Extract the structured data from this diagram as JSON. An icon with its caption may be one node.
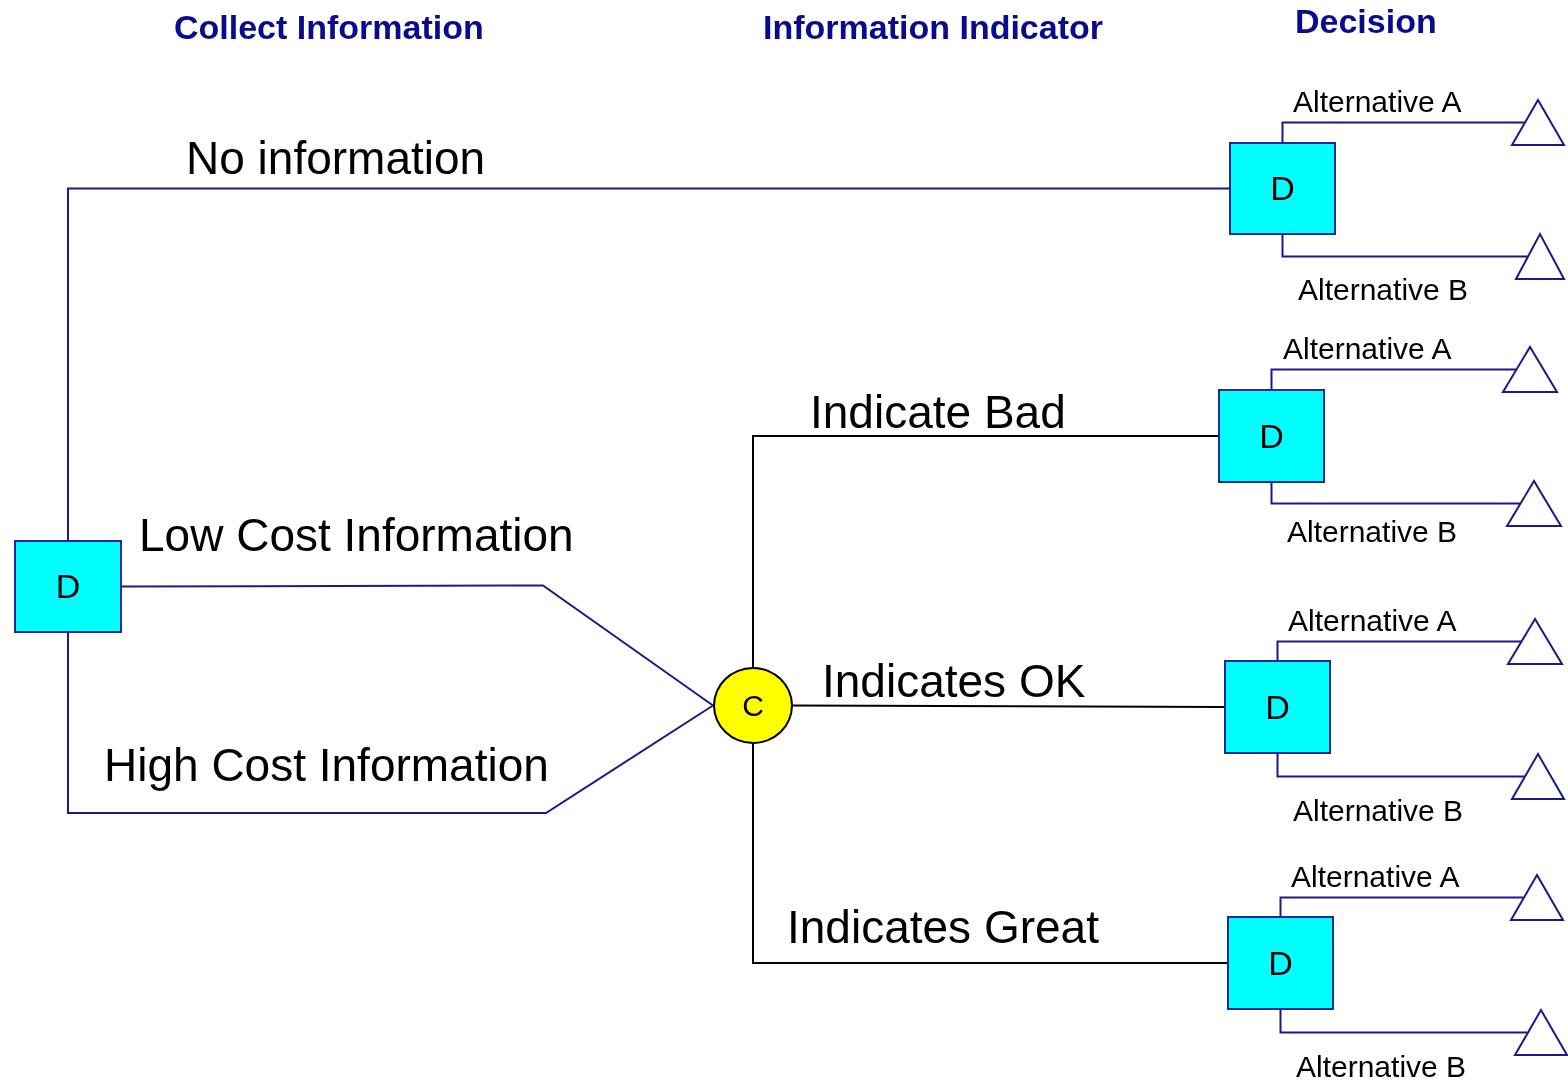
{
  "diagram": {
    "nodes": [
      {
        "text": [
          "D"
        ]
      },
      {
        "text": [
          "C"
        ]
      },
      {
        "text": [
          "D"
        ]
      },
      {
        "text": [],
        "shape": "triangle"
      },
      {
        "text": [],
        "shape": "triangle"
      },
      {
        "text": [
          "D"
        ]
      },
      {
        "text": [],
        "shape": "triangle"
      },
      {
        "text": [],
        "shape": "triangle"
      },
      {
        "text": [
          "D"
        ]
      },
      {
        "text": [],
        "shape": "triangle"
      },
      {
        "text": [],
        "shape": "triangle"
      },
      {
        "text": [
          "D"
        ]
      },
      {
        "text": [],
        "shape": "triangle"
      },
      {
        "text": [],
        "shape": "triangle"
      }
    ],
    "edges": [
      {
        "from": 0,
        "to": 2,
        "arrow": "none",
        "label": "No information"
      },
      {
        "from": 0,
        "to": 1,
        "arrow": "none",
        "label": "Low Cost Information"
      },
      {
        "from": 0,
        "to": 1,
        "arrow": "none",
        "label": "High Cost Information"
      },
      {
        "from": 1,
        "to": 5,
        "arrow": "none",
        "label": "Indicate Bad",
        "color": "#000000"
      },
      {
        "from": 1,
        "to": 8,
        "arrow": "none",
        "label": "Indicates OK",
        "color": "#000000"
      },
      {
        "from": 1,
        "to": 11,
        "arrow": "none",
        "label": "Indicates Great",
        "color": "#000000"
      },
      {
        "from": 2,
        "to": 3,
        "arrow": "none",
        "label": "Alternative A"
      },
      {
        "from": 2,
        "to": 4,
        "arrow": "none",
        "label": "Alternative B"
      },
      {
        "from": 5,
        "to": 6,
        "arrow": "none",
        "label": "Alternative A"
      },
      {
        "from": 5,
        "to": 7,
        "arrow": "none",
        "label": "Alternative B"
      },
      {
        "from": 8,
        "to": 9,
        "arrow": "none",
        "label": "Alternative A"
      },
      {
        "from": 8,
        "to": 10,
        "arrow": "none",
        "label": "Alternative B"
      },
      {
        "from": 11,
        "to": 12,
        "arrow": "none",
        "label": "Alternative A"
      },
      {
        "from": 11,
        "to": 13,
        "arrow": "none",
        "label": "Alternative B"
      }
    ],
    "labels": [
      "Collect Information",
      "Information Indicator",
      "Decision"
    ]
  }
}
